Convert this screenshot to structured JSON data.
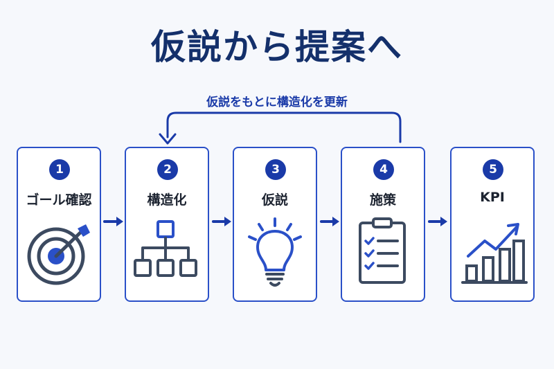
{
  "title": "仮説から提案へ",
  "loop": {
    "label": "仮説をもとに構造化を更新"
  },
  "steps": [
    {
      "number": "1",
      "label": "ゴール確認",
      "icon": "target-icon"
    },
    {
      "number": "2",
      "label": "構造化",
      "icon": "hierarchy-icon"
    },
    {
      "number": "3",
      "label": "仮説",
      "icon": "lightbulb-icon"
    },
    {
      "number": "4",
      "label": "施策",
      "icon": "checklist-icon"
    },
    {
      "number": "5",
      "label": "KPI",
      "icon": "growth-chart-icon"
    }
  ],
  "colors": {
    "primary": "#1a3aa8",
    "title": "#14306b",
    "border": "#2a50c8",
    "icon_stroke": "#3c4a60",
    "background": "#f6f8fc"
  }
}
